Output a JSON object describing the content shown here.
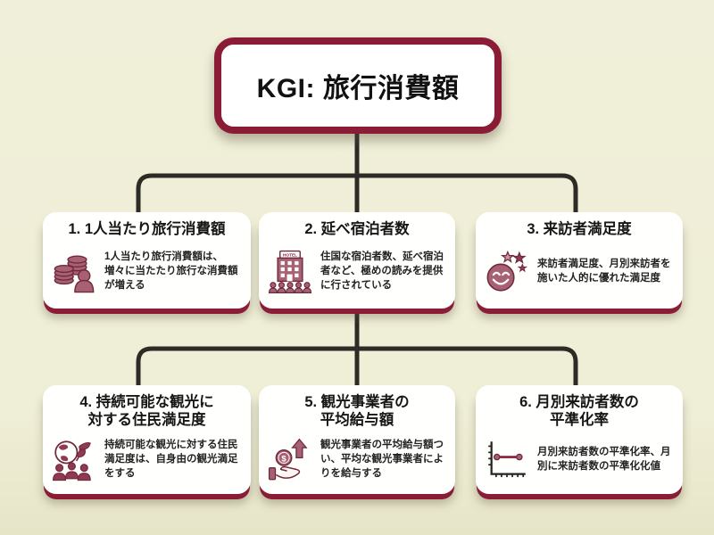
{
  "root": {
    "title": "KGI: 旅行消費額"
  },
  "nodes": [
    {
      "title": "1. 1人当たり旅行消費額",
      "icon": "coins-person-icon",
      "description": "1人当たり旅行消費額は、増々に当たたり旅行な消費額が増える"
    },
    {
      "title": "2. 延べ宿泊者数",
      "icon": "hotel-guests-icon",
      "icon_text": "HOTEL",
      "description": "住国な宿泊者数、延べ宿泊者など、極めの読みを提供に行されている"
    },
    {
      "title": "3. 来訪者満足度",
      "icon": "smiley-stars-icon",
      "description": "来訪者満足度、月別来訪者を施いた人的に優れた満足度"
    },
    {
      "title": "4. 持続可能な観光に\n対する住民満足度",
      "icon": "globe-people-icon",
      "description": "持続可能な観光に対する住民満足度は、自身由の観光満足をする"
    },
    {
      "title": "5. 観光事業者の\n平均給与額",
      "icon": "hand-coin-arrow-icon",
      "icon_text": "$",
      "description": "観光事業者の平均給与額つい、平均な観光事業者によりを給与する"
    },
    {
      "title": "6. 月別来訪者数の\n平準化率",
      "icon": "chart-line-dots-icon",
      "description": "月別来訪者数の平準化率、月別に来訪者数の平準化化値"
    }
  ],
  "colors": {
    "background": "#efeed6",
    "card_background": "#ffffff",
    "maroon_accent": "#8a1c35",
    "connector_line": "#2d2b26",
    "icon_rose": "#a86073",
    "icon_dark": "#6e2a3c",
    "text": "#1b1b1b"
  }
}
